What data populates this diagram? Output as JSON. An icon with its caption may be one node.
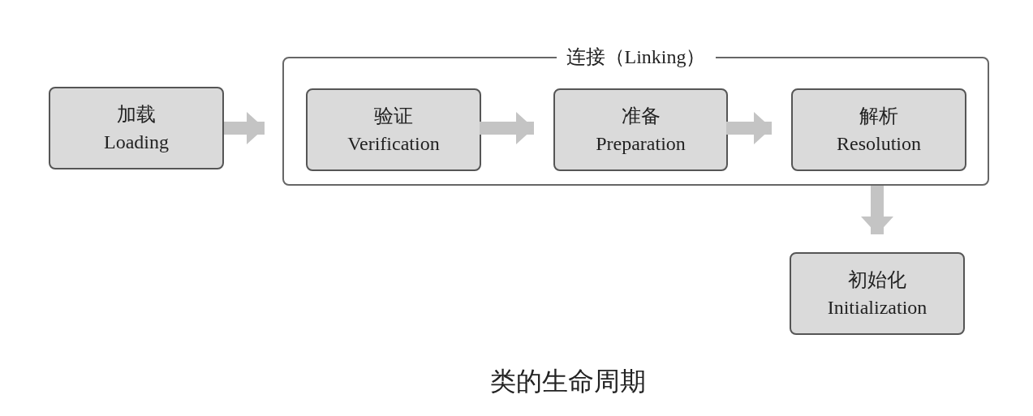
{
  "diagram": {
    "caption": "类的生命周期",
    "nodes": [
      {
        "text": [
          "加载",
          "Loading"
        ]
      },
      {
        "text": [
          "连接（Linking）"
        ]
      },
      {
        "text": [
          "验证",
          "Verification"
        ],
        "in": 1
      },
      {
        "text": [
          "准备",
          "Preparation"
        ],
        "in": 1
      },
      {
        "text": [
          "解析",
          "Resolution"
        ],
        "in": 1
      },
      {
        "text": [
          "初始化",
          "Initialization"
        ]
      }
    ],
    "edges": [
      {
        "from": 0,
        "to": 1,
        "arrow": "to"
      },
      {
        "from": 2,
        "to": 3,
        "arrow": "to"
      },
      {
        "from": 3,
        "to": 4,
        "arrow": "to"
      },
      {
        "from": 1,
        "to": 5,
        "arrow": "to"
      }
    ]
  }
}
